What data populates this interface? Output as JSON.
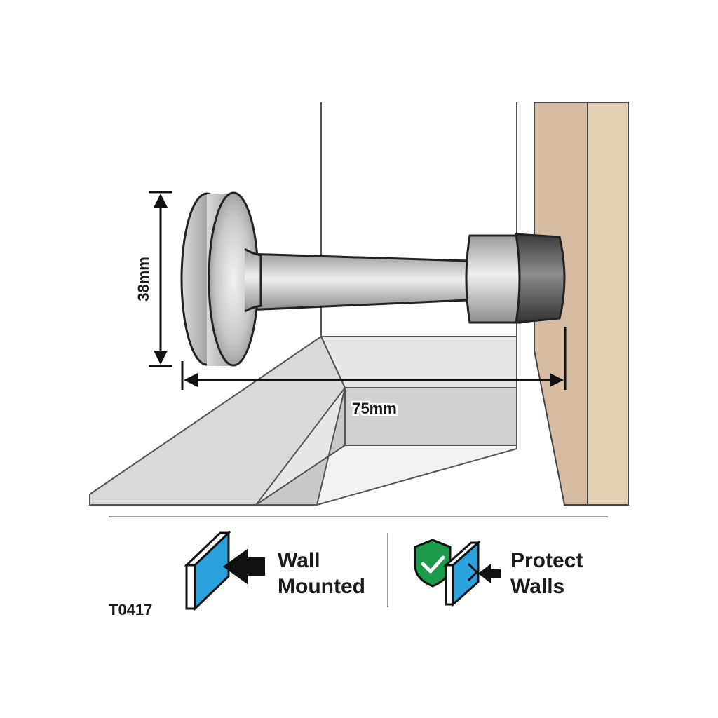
{
  "dimensions": {
    "height_label": "38mm",
    "projection_label": "75mm"
  },
  "features": [
    {
      "icon": "wall-mount-icon",
      "label_line1": "Wall",
      "label_line2": "Mounted"
    },
    {
      "icon": "shield-check-icon",
      "label_line1": "Protect",
      "label_line2": "Walls"
    }
  ],
  "product_code": "T0417",
  "colors": {
    "wall_wood": "#d6bca3",
    "wall_wood_light": "#e3cfb4",
    "icon_blue": "#2aa3dc",
    "shield_green": "#1a9a4a",
    "rubber_tip": "#4a4a4a"
  }
}
